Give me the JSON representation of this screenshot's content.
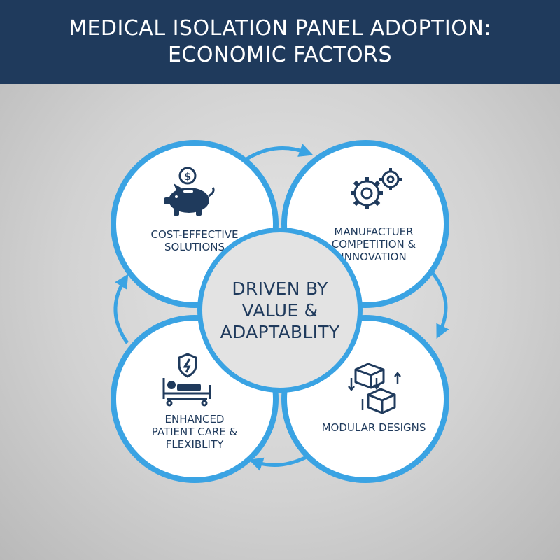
{
  "header": {
    "title": "MEDICAL ISOLATION PANEL ADOPTION: ECONOMIC FACTORS"
  },
  "center": {
    "text": "DRIVEN BY VALUE & ADAPTABLITY"
  },
  "nodes": {
    "top_left": {
      "label": "COST-EFFECTIVE SOLUTIONS",
      "icon": "piggy-bank-icon"
    },
    "top_right": {
      "label": "MANUFACTUER COMPETITION & INNOVATION",
      "icon": "gears-icon"
    },
    "bottom_left": {
      "label": "ENHANCED PATIENT CARE & FLEXIBLITY",
      "icon": "hospital-bed-icon"
    },
    "bottom_right": {
      "label": "MODULAR DESIGNS",
      "icon": "modular-boxes-icon"
    }
  },
  "colors": {
    "header_bg": "#1f3a5c",
    "accent": "#3aa3e3",
    "text": "#1f3a5c"
  }
}
